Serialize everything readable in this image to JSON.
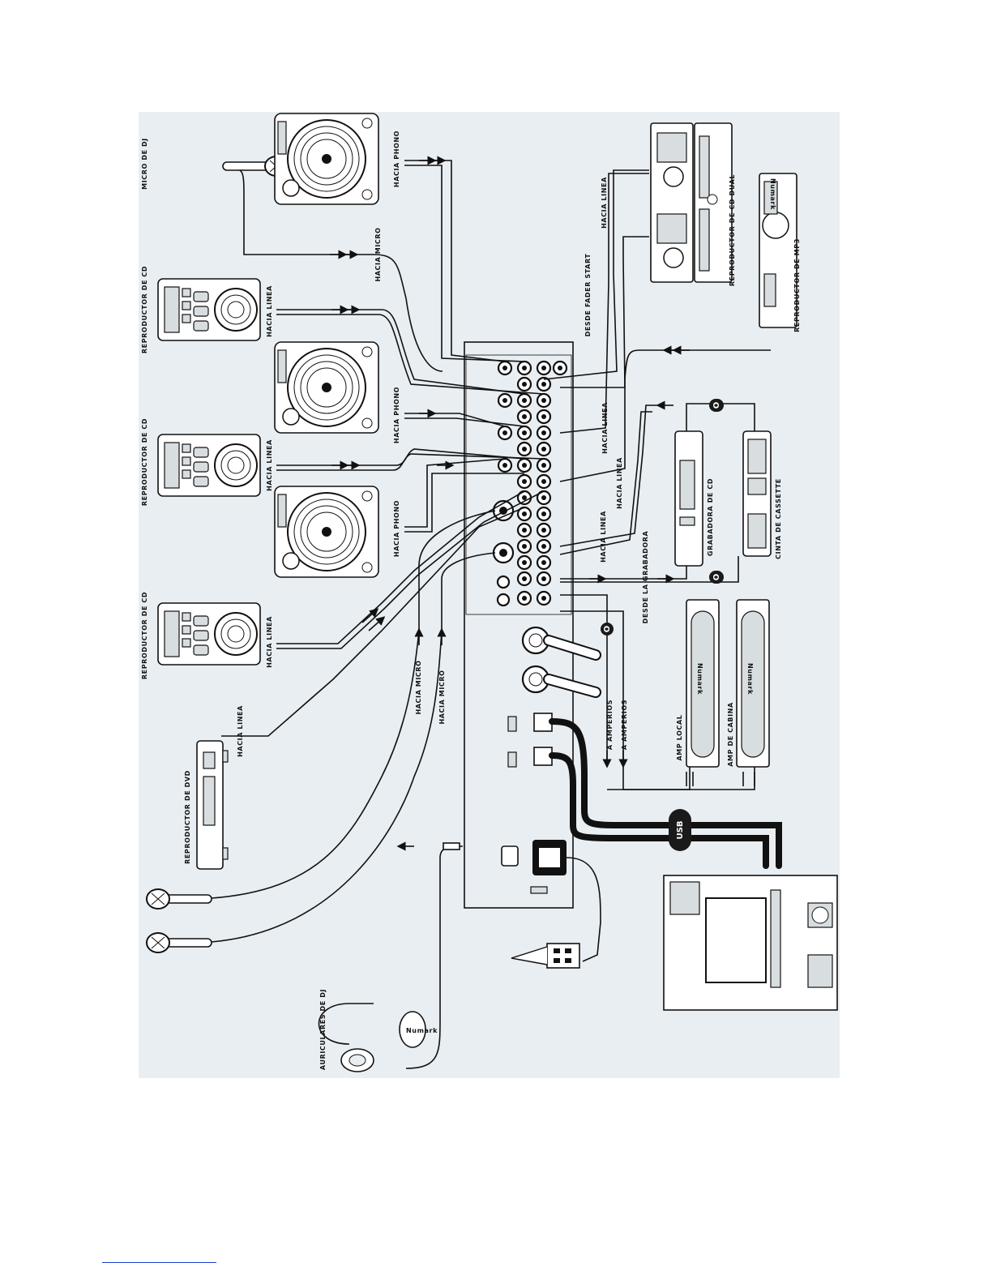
{
  "diagram": {
    "background": "#e8eef2",
    "line_color": "#111111",
    "labels": {
      "micro_dj": "MICRO DE DJ",
      "hacia_phono_1": "HACIA PHONO",
      "hacia_phono_2": "HACIA PHONO",
      "hacia_phono_3": "HACIA PHONO",
      "hacia_micro_top": "HACIA MICRO",
      "reproductor_cd_1": "REPRODUCTOR DE CD",
      "reproductor_cd_2": "REPRODUCTOR DE CD",
      "reproductor_cd_3": "REPRODUCTOR DE CD",
      "hacia_linea_cd1": "HACIA LINEA",
      "hacia_linea_cd2": "HACIA LINEA",
      "hacia_linea_cd3": "HACIA LINEA",
      "hacia_linea_dvd": "HACIA LINEA",
      "reproductor_dvd": "REPRODUCTOR DE DVD",
      "hacia_micro_1": "HACIA MICRO",
      "hacia_micro_2": "HACIA MICRO",
      "auriculares_dj": "AURICULARES DE DJ",
      "hacia_linea_dual": "HACIA LINEA",
      "desde_fader_start": "DESDE FADER START",
      "reproductor_cd_dual": "REPRODUCTOR DE CD DUAL",
      "reproductor_mp3": "REPRODUCTOR DE MP3",
      "hacia_linea_mp3": "HACIA LINEA",
      "hacia_linea_rec_1": "HACIA LINEA",
      "hacia_linea_rec_2": "HACIA LINEA",
      "desde_la_grabadora": "DESDE LA GRABADORA",
      "grabadora_cd": "GRABADORA DE CD",
      "cinta_cassette": "CINTA DE CASSETTE",
      "a_amperios_1": "A AMPERIOS",
      "a_amperios_2": "A AMPERIOS",
      "amp_local": "AMP LOCAL",
      "amp_cabina": "AMP DE CABINA",
      "usb": "USB",
      "o_1": "O",
      "o_2": "O",
      "o_3": "O",
      "brand_1": "Numark",
      "brand_2": "Numark",
      "brand_3": "Numark",
      "brand_4": "Numark"
    }
  }
}
